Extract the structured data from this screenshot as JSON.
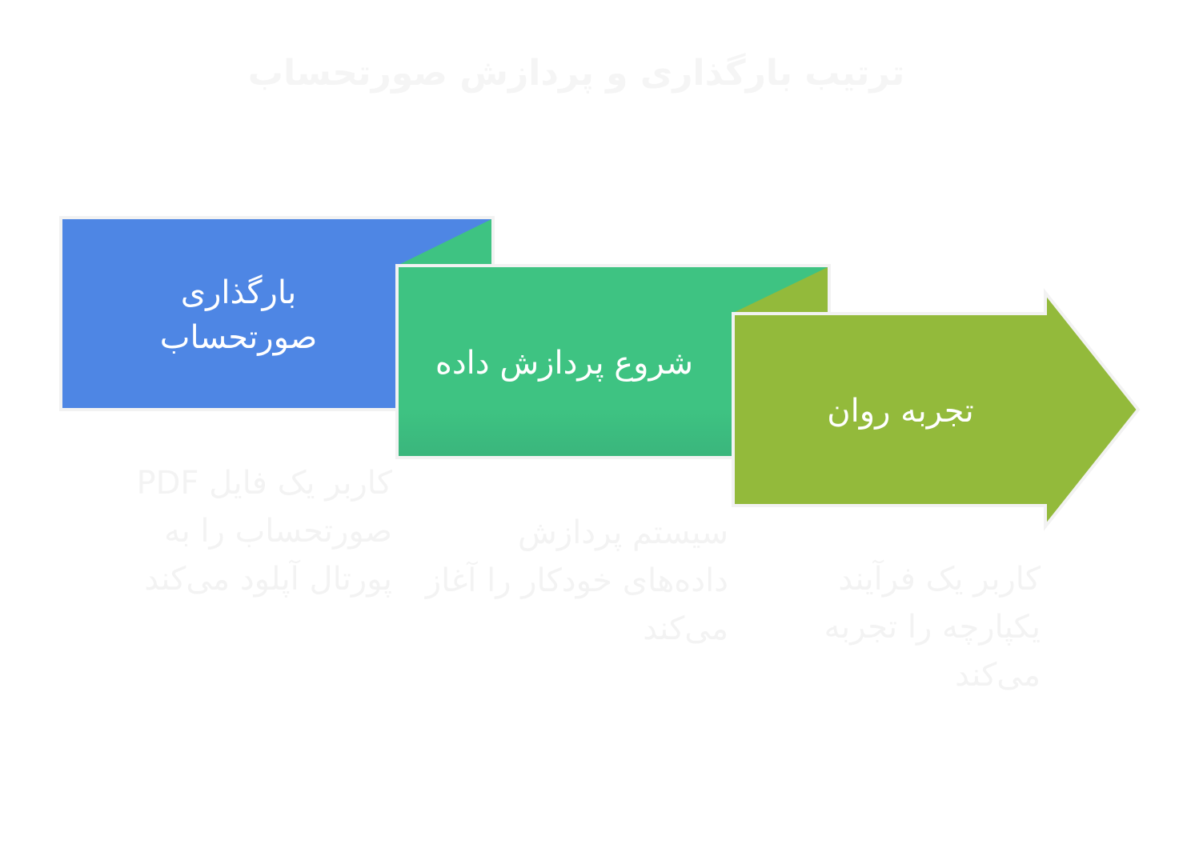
{
  "title": "ترتیب بارگذاری و پردازش صورتحساب",
  "colors": {
    "step1": "#4e86e4",
    "step2": "#3ec382",
    "step2_fold": "#3ec382",
    "step3": "#93ba3b",
    "step3_fold": "#93ba3b",
    "border": "#f2f2f2",
    "muted_text": "#f3f3f3"
  },
  "steps": [
    {
      "label": "بارگذاری صورتحساب",
      "description": "کاربر یک فایل PDF صورتحساب را به پورتال آپلود می‌کند"
    },
    {
      "label": "شروع پردازش داده",
      "description": "سیستم پردازش داده‌های خودکار را آغاز می‌کند"
    },
    {
      "label": "تجربه روان",
      "description": "کاربر یک فرآیند یکپارچه را تجربه می‌کند"
    }
  ]
}
